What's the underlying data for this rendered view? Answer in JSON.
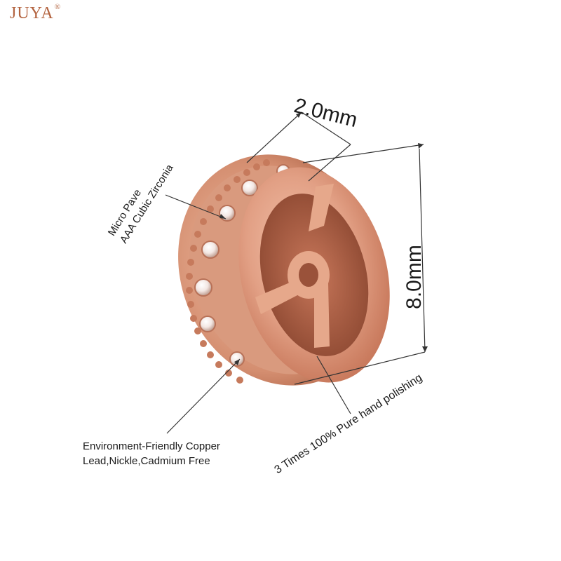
{
  "brand": {
    "name": "JUYA",
    "mark": "®",
    "color": "#b3633f"
  },
  "product": {
    "description": "rose gold micro pave spacer bead with wheel-shaped face",
    "color": "#e8a98e"
  },
  "annotations": {
    "width": "2.0mm",
    "height": "8.0mm",
    "stones": [
      "Micro Pave",
      "AAA Cubic Zirconia"
    ],
    "polishing": "3 Times 100% Pure hand polishing",
    "material": [
      "Environment-Friendly Copper",
      "Lead,Nickle,Cadmium Free"
    ]
  }
}
